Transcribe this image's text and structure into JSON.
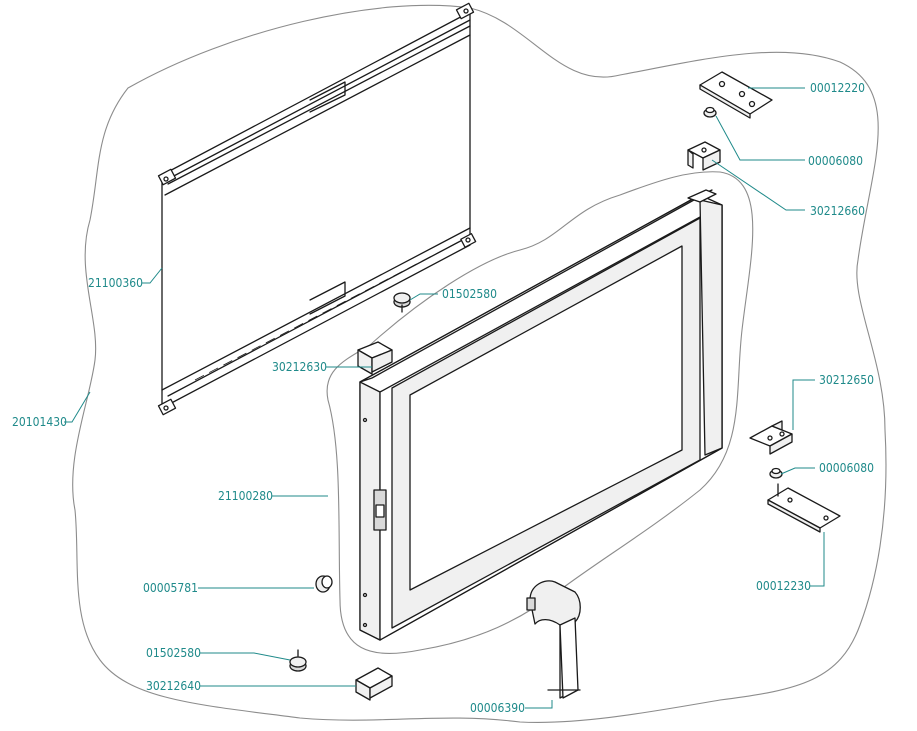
{
  "colors": {
    "callout": "#1f8a8a",
    "line": "#1a1a1a",
    "outline": "#8c8c8c"
  },
  "labels": {
    "p00012220": "00012220",
    "p00006080_top": "00006080",
    "p30212660": "30212660",
    "p21100360": "21100360",
    "p01502580_top": "01502580",
    "p20101430": "20101430",
    "p30212630": "30212630",
    "p30212650": "30212650",
    "p00006080_right": "00006080",
    "p21100280": "21100280",
    "p00012230": "00012230",
    "p00005781": "00005781",
    "p01502580_bottom": "01502580",
    "p30212640": "30212640",
    "p00006390": "00006390"
  }
}
